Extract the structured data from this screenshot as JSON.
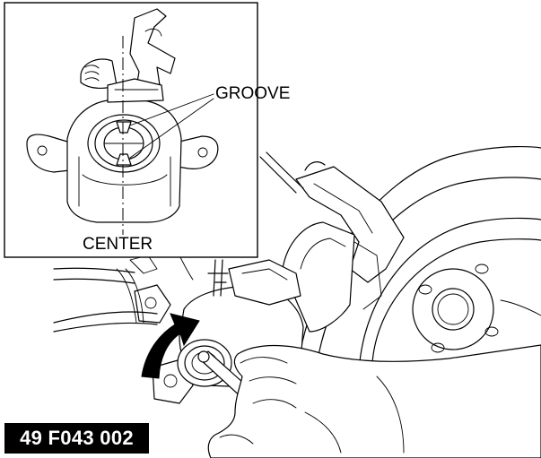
{
  "inset": {
    "groove_label": "GROOVE",
    "center_label": "CENTER"
  },
  "tool": {
    "code": "49 F043 002"
  }
}
